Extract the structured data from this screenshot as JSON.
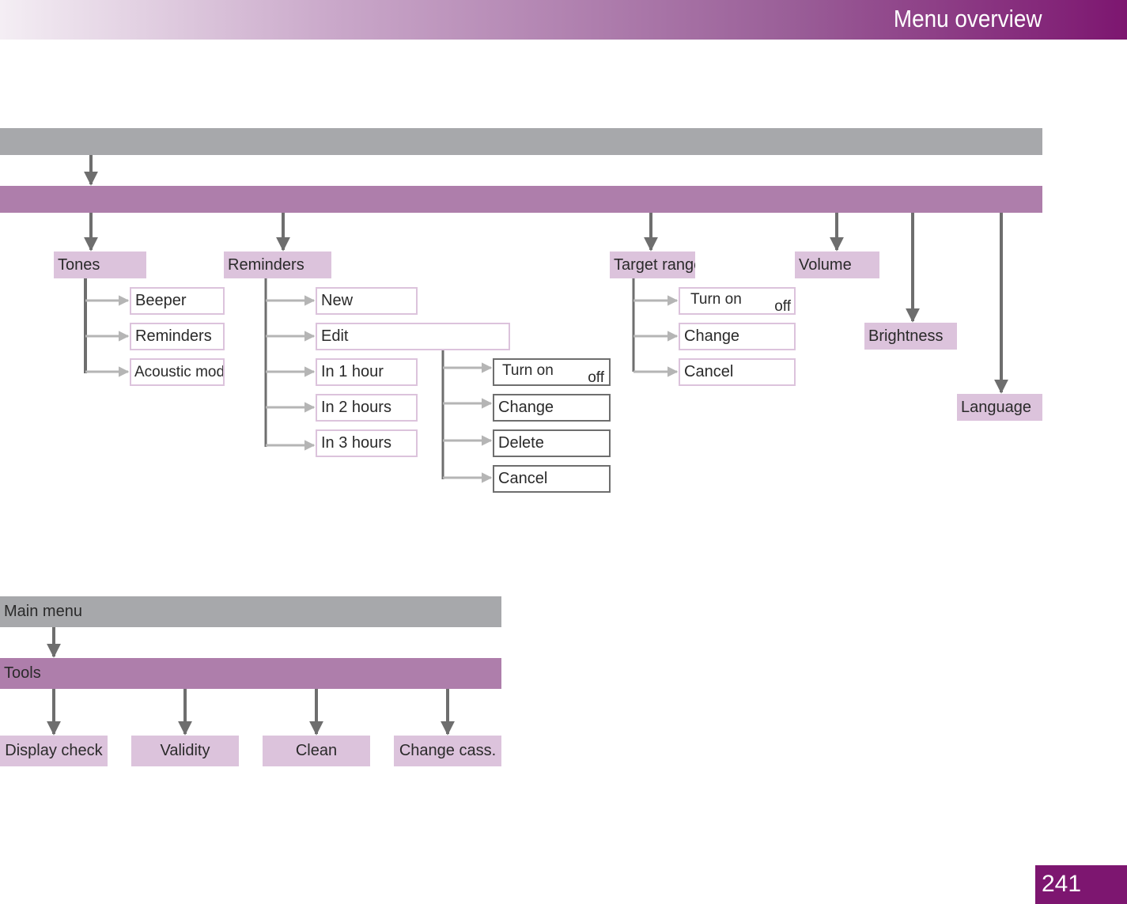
{
  "header": {
    "title": "Menu overview"
  },
  "page_number": "241",
  "diagram1": {
    "top_bar_label": "",
    "sub_bar_label": "",
    "tones": {
      "label": "Tones",
      "children": [
        "Beeper",
        "Reminders",
        "Acoustic mode"
      ]
    },
    "reminders": {
      "label": "Reminders",
      "children": [
        "New",
        "Edit",
        "In 1 hour",
        "In 2 hours",
        "In 3 hours"
      ]
    },
    "edit_options": {
      "toggle_on": "Turn on",
      "toggle_off": "off",
      "items": [
        "Change",
        "Delete",
        "Cancel"
      ]
    },
    "target_range": {
      "label": "Target range",
      "toggle_on": "Turn on",
      "toggle_off": "off",
      "items": [
        "Change",
        "Cancel"
      ]
    },
    "volume": {
      "label": "Volume"
    },
    "brightness": {
      "label": "Brightness"
    },
    "language": {
      "label": "Language"
    }
  },
  "diagram2": {
    "main_menu": "Main menu",
    "tools": "Tools",
    "children": [
      "Display check",
      "Validity",
      "Clean",
      "Change cass."
    ]
  },
  "colors": {
    "brand_purple": "#7d1670",
    "bar_grey": "#a7a8ab",
    "bar_purple": "#ae7eab",
    "node_fill": "#dcc3dc",
    "connector_dark": "#6e6e6e",
    "connector_light": "#b5b5b5"
  }
}
